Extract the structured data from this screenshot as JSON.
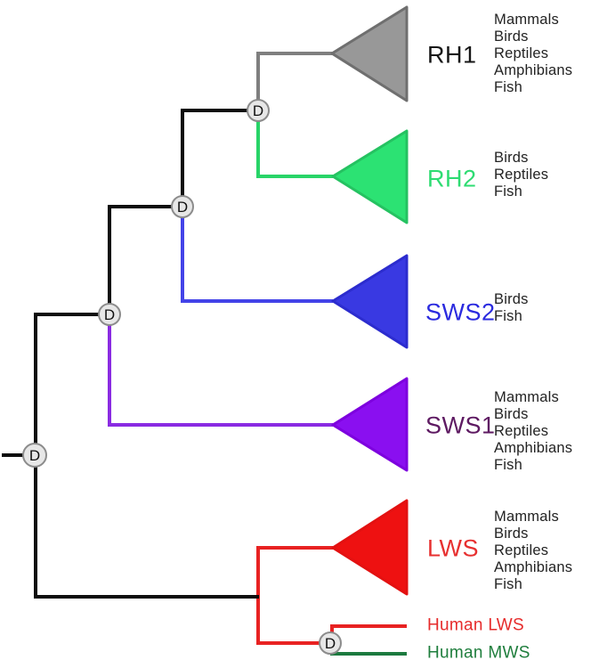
{
  "tree": {
    "duplication_label": "D",
    "branch_black": "#0d0d0d",
    "node_fill": "#e7e7e7",
    "node_stroke": "#8c8c8c",
    "node_text_color": "#111111"
  },
  "clades": [
    {
      "label": "RH1",
      "label_color": "#161616",
      "branch_color": "#7f7f7f",
      "triangle_fill": "#989898",
      "triangle_stroke": "#6f6f6f",
      "species": [
        "Mammals",
        "Birds",
        "Reptiles",
        "Amphibians",
        "Fish"
      ]
    },
    {
      "label": "RH2",
      "label_color": "#2edc72",
      "branch_color": "#28d468",
      "triangle_fill": "#2ce273",
      "triangle_stroke": "#25c261",
      "species": [
        "Birds",
        "Reptiles",
        "Fish"
      ]
    },
    {
      "label": "SWS2",
      "label_color": "#2b2bdf",
      "branch_color": "#4343e8",
      "triangle_fill": "#3939e2",
      "triangle_stroke": "#2c2cce",
      "species": [
        "Birds",
        "Fish"
      ]
    },
    {
      "label": "SWS1",
      "label_color": "#5e1a62",
      "branch_color": "#8a2be2",
      "triangle_fill": "#8a0ff0",
      "triangle_stroke": "#7d00de",
      "species": [
        "Mammals",
        "Birds",
        "Reptiles",
        "Amphibians",
        "Fish"
      ]
    },
    {
      "label": "LWS",
      "label_color": "#e73030",
      "branch_color": "#e82222",
      "triangle_fill": "#ee1111",
      "triangle_stroke": "#e31111",
      "species": [
        "Mammals",
        "Birds",
        "Reptiles",
        "Amphibians",
        "Fish"
      ]
    }
  ],
  "human_genes": [
    {
      "label": "Human LWS",
      "label_color": "#e62b2b",
      "branch_color": "#e82222"
    },
    {
      "label": "Human MWS",
      "label_color": "#1f7e3d",
      "branch_color": "#1c7a3f"
    }
  ],
  "species_text_color": "#232323"
}
